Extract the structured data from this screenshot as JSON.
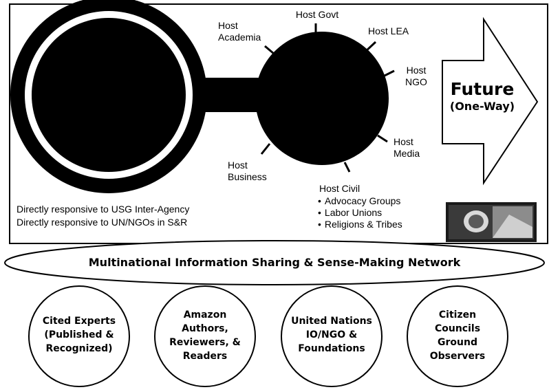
{
  "hub_diagram": {
    "spokes": {
      "host_govt": "Host Govt",
      "host_lea": "Host LEA",
      "host_ngo": [
        "Host",
        "NGO"
      ],
      "host_media": [
        "Host",
        "Media"
      ],
      "host_academia": [
        "Host",
        "Academia"
      ],
      "host_business": [
        "Host",
        "Business"
      ],
      "host_civil": "Host Civil",
      "host_civil_items": [
        "Advocacy Groups",
        "Labor Unions",
        "Religions & Tribes"
      ]
    },
    "responsive_lines": [
      "Directly responsive to USG Inter-Agency",
      "Directly responsive to UN/NGOs in S&R"
    ]
  },
  "future_arrow": {
    "title": "Future",
    "subtitle": "(One-Way)"
  },
  "network": {
    "label": "Multinational Information Sharing & Sense-Making Network"
  },
  "circles": [
    {
      "lines": [
        "Cited Experts",
        "(Published &",
        "Recognized)"
      ]
    },
    {
      "lines": [
        "Amazon",
        "Authors,",
        "Reviewers, &",
        "Readers"
      ]
    },
    {
      "lines": [
        "United Nations",
        "IO/NGO &",
        "Foundations"
      ]
    },
    {
      "lines": [
        "Citizen",
        "Councils",
        "Ground",
        "Observers"
      ]
    }
  ],
  "colors": {
    "ink": "#000000",
    "paper": "#ffffff"
  }
}
